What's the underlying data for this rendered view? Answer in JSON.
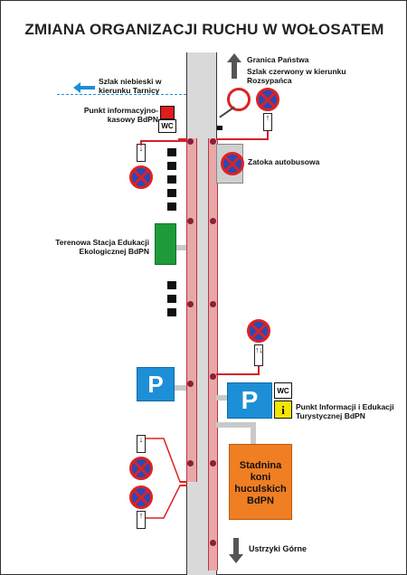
{
  "title": "ZMIANA ORGANIZACJI RUCHU W WOŁOSATEM",
  "labels": {
    "granica": "Granica Państwa",
    "szlak_czerwony": "Szlak czerwony w kierunku Rozsypańca",
    "szlak_niebieski": "Szlak niebieski w kierunku Tarnicy",
    "punkt_info_kasowy": "Punkt informacyjno-kasowy BdPN",
    "zatoka": "Zatoka autobusowa",
    "stacja": "Terenowa Stacja Edukacji Ekologicznej BdPN",
    "punkt_info_edu": "Punkt Informacji i Edukacji Turystycznej BdPN",
    "stadnina": "Stadnina koni huculskich BdPN",
    "ustrzyki": "Ustrzyki Górne",
    "wc": "WC",
    "parking": "P",
    "info": "i"
  },
  "colors": {
    "road": "#d9d9d9",
    "bus_lane": "#e8a8a8",
    "sign_blue": "#2a49b8",
    "sign_red": "#d22222",
    "parking_blue": "#1d8fd6",
    "building_green": "#1e9a3b",
    "stable_orange": "#f07e22",
    "info_yellow": "#f3e600",
    "kasa_red": "#e01c1c"
  },
  "icons": {
    "no_stopping": "no-stopping-sign",
    "no_entry": "no-vehicles-sign",
    "arrow": "direction-arrow"
  }
}
